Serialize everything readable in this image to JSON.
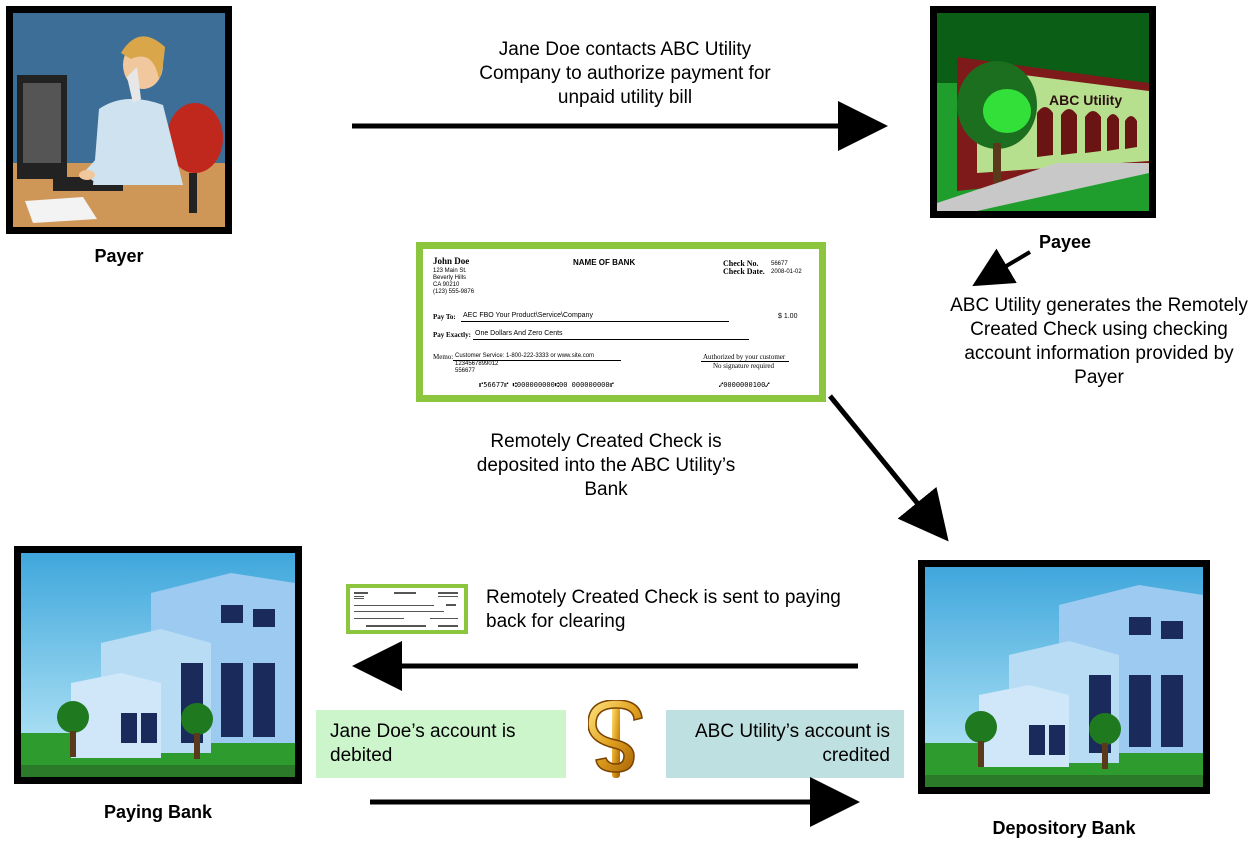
{
  "payer": {
    "caption": "Payer"
  },
  "payee": {
    "caption": "Payee",
    "sign": "ABC Utility"
  },
  "paying_bank": {
    "caption": "Paying Bank"
  },
  "depository_bank": {
    "caption": "Depository Bank"
  },
  "steps": {
    "authorize": "Jane Doe contacts ABC Utility Company to authorize payment for unpaid utility bill",
    "generate": "ABC Utility generates the Remotely Created Check using checking account information provided by Payer",
    "deposit": "Remotely Created Check is deposited into the ABC Utility’s Bank",
    "clearing": "Remotely Created Check is sent to paying back for clearing",
    "debited": "Jane Doe’s account is debited",
    "credited": "ABC Utility’s account is credited"
  },
  "check": {
    "name": "John Doe",
    "address1": "123 Main St.",
    "address2": "Beverly Hills",
    "address3": "CA 90210",
    "phone": "(123) 555-9876",
    "bank_name": "NAME OF BANK",
    "check_no_label": "Check No.",
    "check_no": "56677",
    "check_date_label": "Check Date.",
    "check_date": "2008-01-02",
    "pay_to_label": "Pay To:",
    "pay_to": "AEC FBO Your Product\\Service\\Company",
    "amount": "$ 1.00",
    "pay_exactly_label": "Pay Exactly:",
    "pay_exactly": "One Dollars And Zero Cents",
    "memo_label": "Memo:",
    "memo1": "Customer Service: 1-800-222-3333 or www.site.com",
    "memo2": "1234567899012",
    "memo3": "556677",
    "auth1": "Authorized by your customer",
    "auth2": "No signature required",
    "micr_left": "⑈56677⑈ ⑆000000000⑆00 000000000⑈",
    "micr_right": "⑇0000000100⑇"
  },
  "colors": {
    "check_border": "#8cc63f",
    "debit_box": "#ccf5cc",
    "credit_box": "#bfe0e0"
  }
}
